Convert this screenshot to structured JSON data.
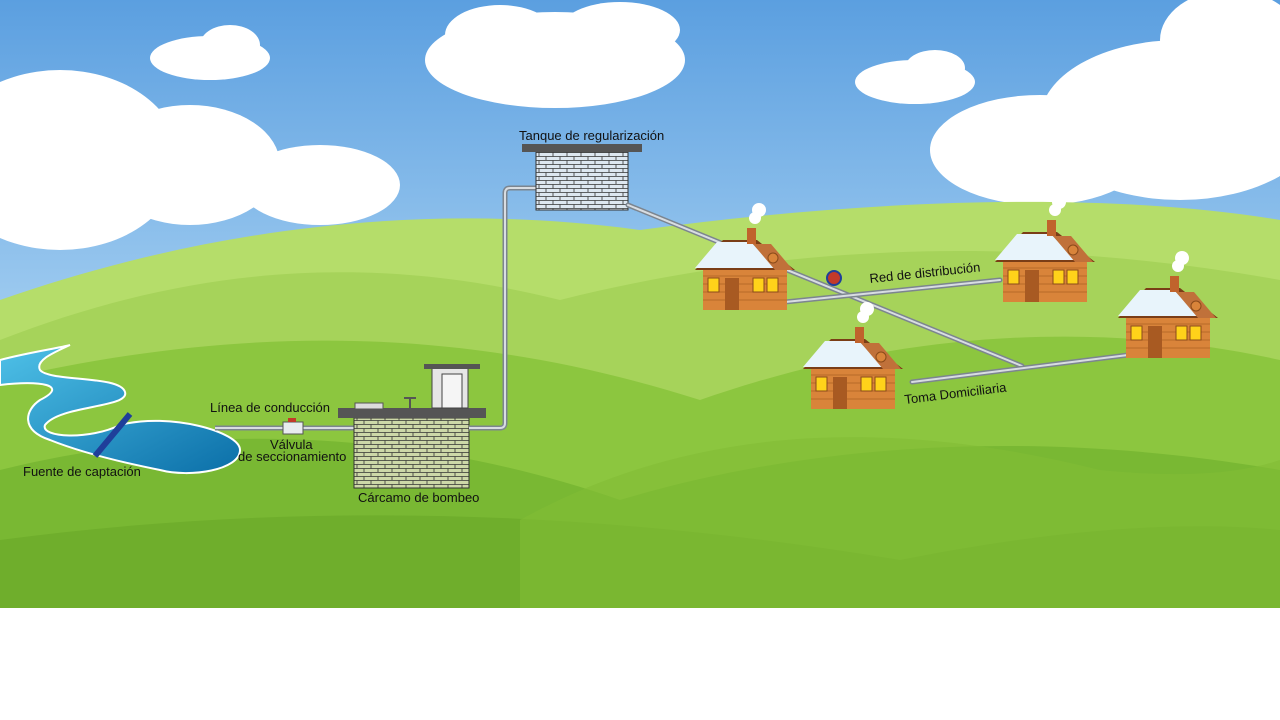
{
  "diagram": {
    "labels": {
      "tank": "Tanque de regularización",
      "distribution": "Red de distribución",
      "service": "Toma Domiciliaria",
      "conduction": "Línea de conducción",
      "valve_line1": "Válvula",
      "valve_line2": "de seccionamiento",
      "source": "Fuente de captación",
      "pump_well": "Cárcamo  de bombeo"
    },
    "colors": {
      "sky_top": "#5b9fe0",
      "sky_bottom": "#d8ecf8",
      "grass": "#8cc63f",
      "grass_dark": "#6fae2c",
      "water": "#1f8fc6",
      "pipe": "#9aa3ad",
      "brick": "#c9d6a0",
      "house_wall": "#d9843a",
      "roof_snow": "#e8f4fb",
      "valve_bar": "#1f3f9a"
    }
  }
}
